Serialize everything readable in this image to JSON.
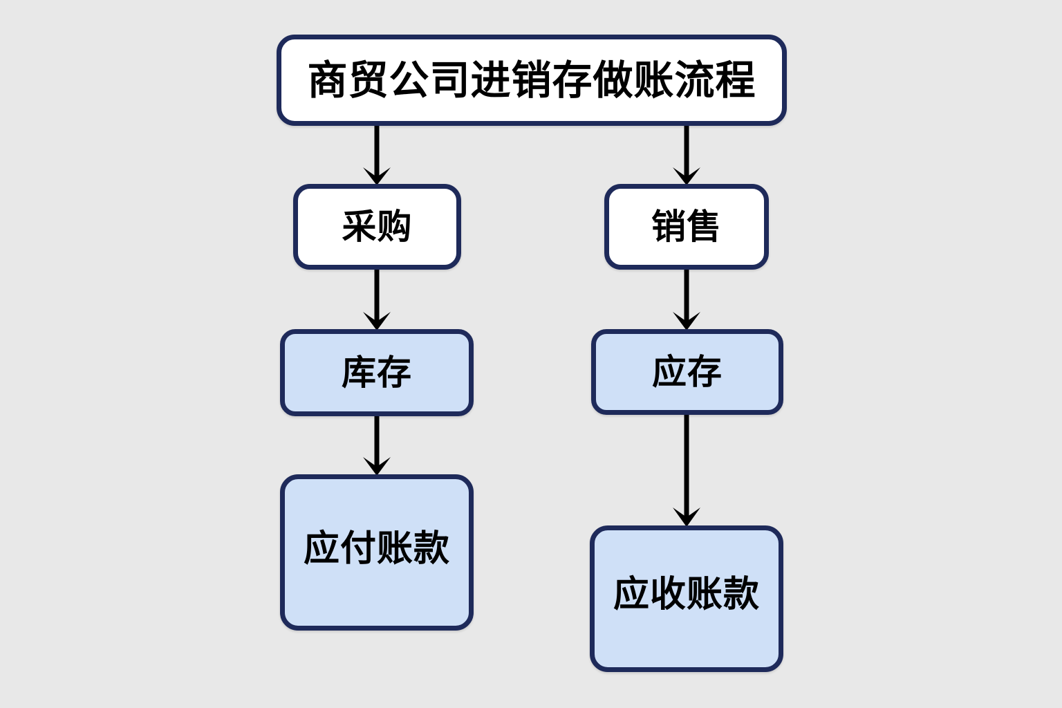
{
  "diagram": {
    "title": "商贸公司进销存做账流程",
    "background_color": "#e8e8e8",
    "border_color": "#1e2a5a",
    "fill_white": "#ffffff",
    "fill_blue": "#cfe0f7",
    "arrow_color": "#000000",
    "nodes": {
      "title": "商贸公司进销存做账流程",
      "purchase": "采购",
      "sales": "销售",
      "inventory": "库存",
      "payable_stock": "应存",
      "accounts_payable": "应付账款",
      "accounts_receivable": "应收账款"
    },
    "edges": [
      {
        "from": "title",
        "to": "purchase"
      },
      {
        "from": "title",
        "to": "sales"
      },
      {
        "from": "purchase",
        "to": "inventory"
      },
      {
        "from": "sales",
        "to": "payable_stock"
      },
      {
        "from": "inventory",
        "to": "accounts_payable"
      },
      {
        "from": "payable_stock",
        "to": "accounts_receivable"
      }
    ]
  }
}
